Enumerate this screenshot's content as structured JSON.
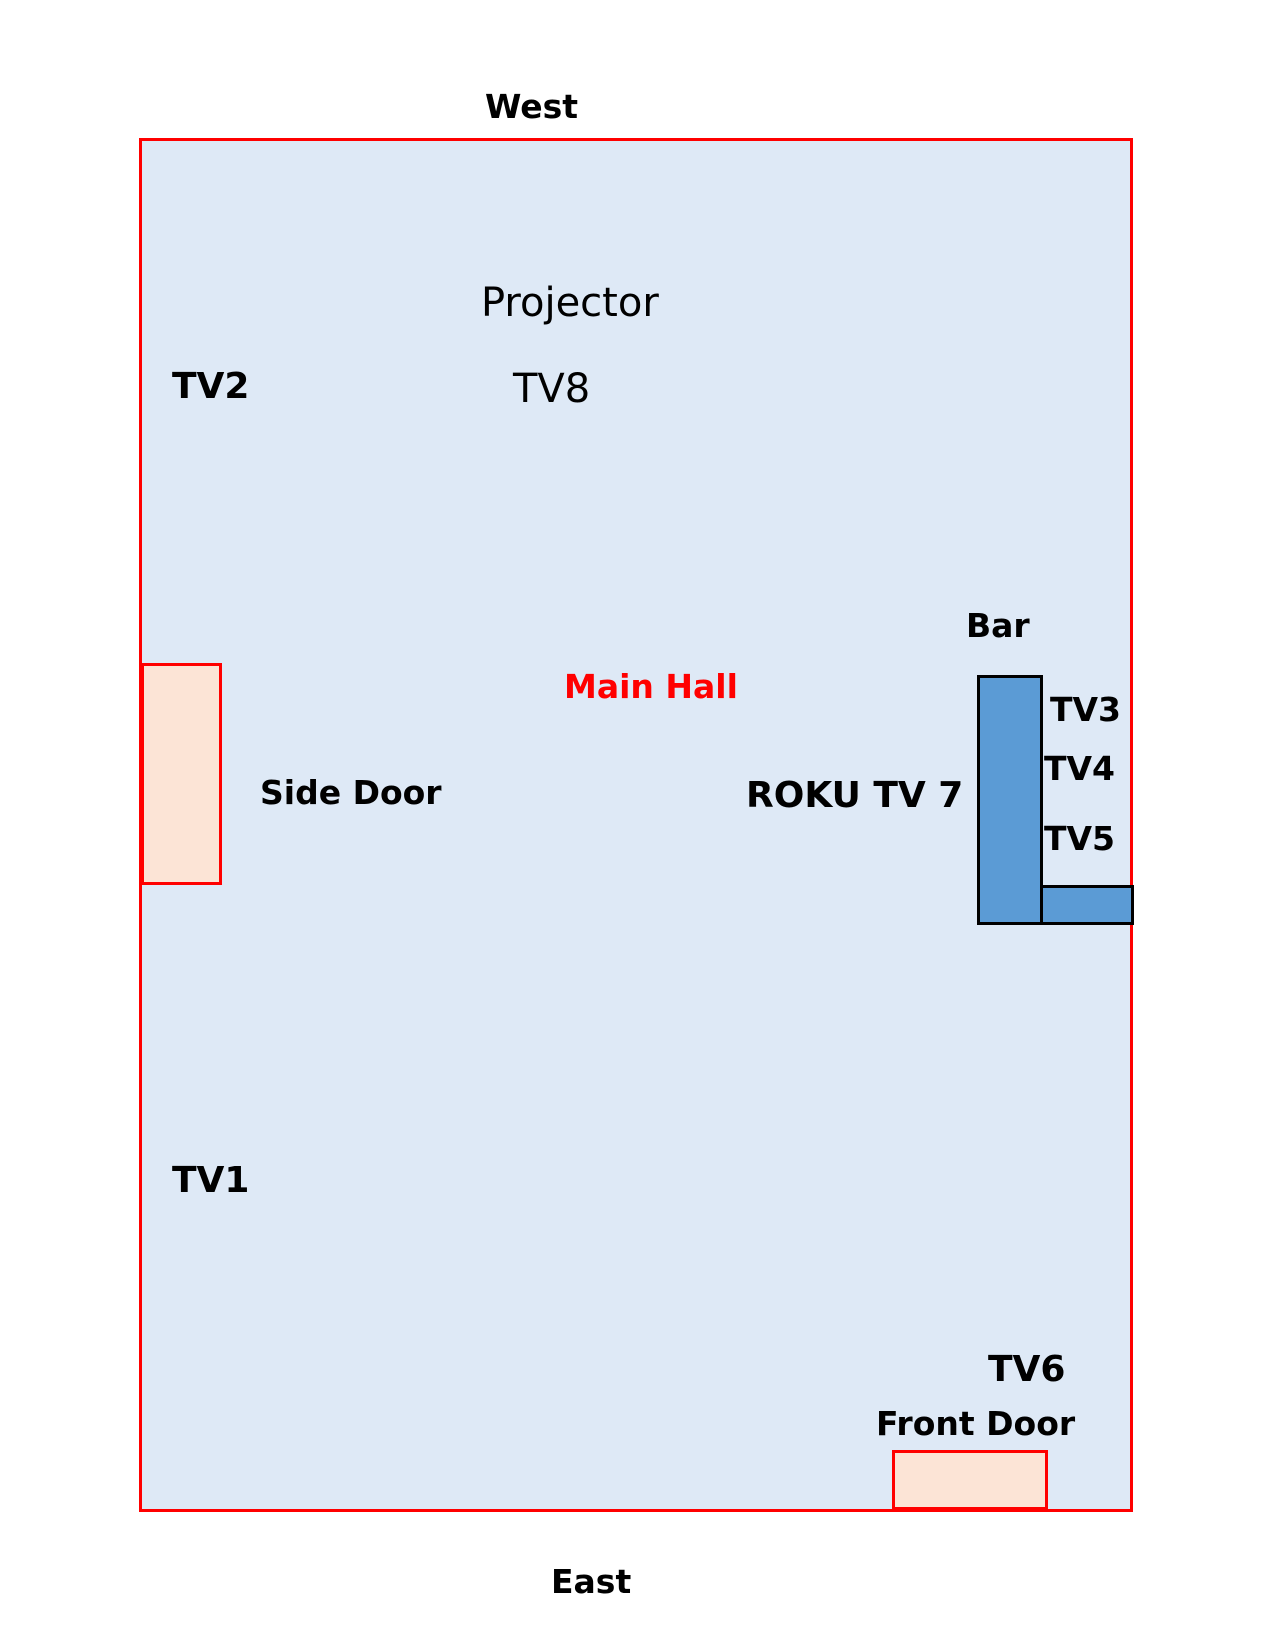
{
  "diagram": {
    "title": "Main Hall",
    "compass": {
      "north_label": "West",
      "south_label": "East"
    },
    "room": {
      "name": "Main Hall",
      "border_color": "#ff0000",
      "fill_color": "#dee9f6"
    },
    "doors": [
      {
        "name": "Side Door",
        "fill_color": "#fce4d6"
      },
      {
        "name": "Front Door",
        "fill_color": "#fce4d6"
      }
    ],
    "bar": {
      "name": "Bar",
      "fill_color": "#5b9bd5"
    },
    "equipment": {
      "projector": "Projector",
      "tv8": "TV8",
      "tv2": "TV2",
      "tv1": "TV1",
      "tv3": "TV3",
      "tv4": "TV4",
      "tv5": "TV5",
      "tv6": "TV6",
      "roku": "ROKU TV 7"
    },
    "title_color": "#ff0000"
  }
}
